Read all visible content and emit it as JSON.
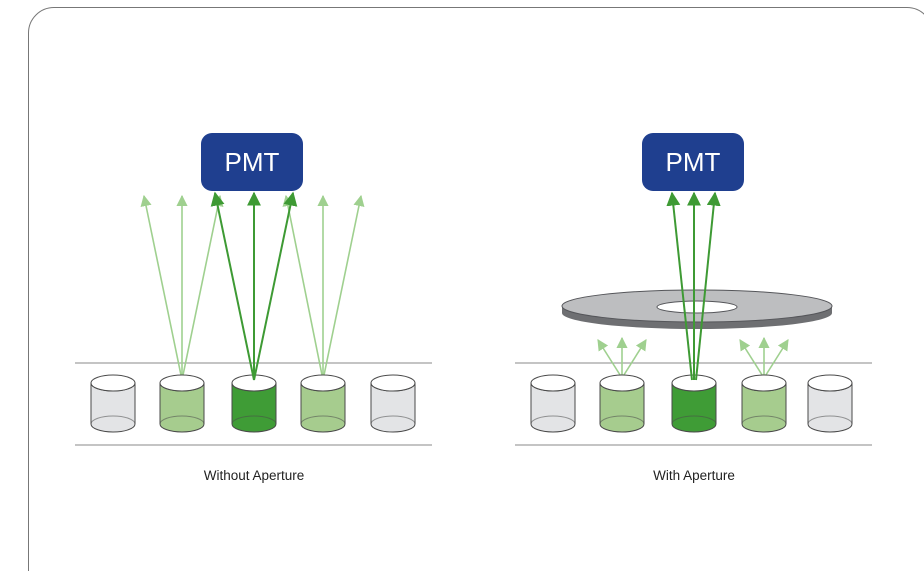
{
  "colors": {
    "pmt_fill": "#1f3f8f",
    "arrow_bright": "#3e9a34",
    "arrow_faint": "#9fd08f",
    "well_empty_fill": "#e3e4e6",
    "well_light_fill": "#a6cc8e",
    "well_bright_fill": "#3f9c36",
    "aperture_top": "#bdbec0",
    "aperture_side": "#6e6f72",
    "frame_border": "#777777"
  },
  "panels": [
    {
      "pmt_label": "PMT",
      "caption": "Without Aperture",
      "has_aperture": false,
      "wells": [
        {
          "state": "empty",
          "icon": "well-icon"
        },
        {
          "state": "light",
          "icon": "well-icon"
        },
        {
          "state": "bright",
          "icon": "well-icon"
        },
        {
          "state": "light",
          "icon": "well-icon"
        },
        {
          "state": "empty",
          "icon": "well-icon"
        }
      ]
    },
    {
      "pmt_label": "PMT",
      "caption": "With Aperture",
      "has_aperture": true,
      "wells": [
        {
          "state": "empty",
          "icon": "well-icon"
        },
        {
          "state": "light",
          "icon": "well-icon"
        },
        {
          "state": "bright",
          "icon": "well-icon"
        },
        {
          "state": "light",
          "icon": "well-icon"
        },
        {
          "state": "empty",
          "icon": "well-icon"
        }
      ]
    }
  ]
}
